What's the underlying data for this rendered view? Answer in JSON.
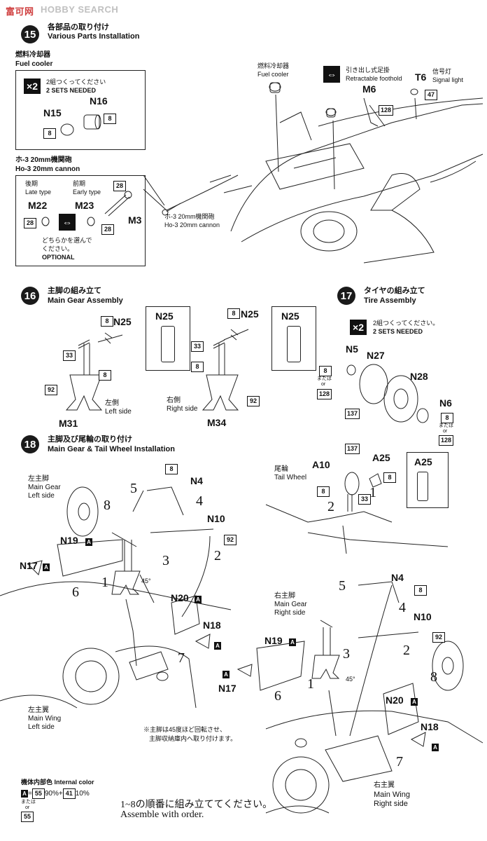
{
  "watermark": {
    "brand": "HOBBY SEARCH",
    "logo_text": "富可网"
  },
  "step15": {
    "number": "15",
    "title_jp": "各部品の取り付け",
    "title_en": "Various Parts Installation",
    "fuel_cooler_jp": "燃料冷却器",
    "fuel_cooler_en": "Fuel cooler",
    "qty": "×2",
    "sets_jp": "2組つくってください",
    "sets_en": "2 SETS NEEDED",
    "parts": {
      "n15": "N15",
      "n16": "N16",
      "m22": "M22",
      "m23": "M23",
      "m3": "M3",
      "m6": "M6",
      "t6": "T6"
    },
    "colors": {
      "c8a": "8",
      "c8b": "8",
      "c28a": "28",
      "c28b": "28",
      "c28c": "28",
      "c128": "128",
      "c47": "47"
    },
    "cannon_jp": "ホ-3 20mm機関砲",
    "cannon_en": "Ho-3 20mm cannon",
    "late_jp": "後期",
    "late_en": "Late type",
    "early_jp": "前期",
    "early_en": "Early type",
    "optional_jp1": "どちらかを選んで",
    "optional_jp2": "ください。",
    "optional_en": "OPTIONAL",
    "callout_fuel_jp": "燃料冷却器",
    "callout_fuel_en": "Fuel cooler",
    "callout_cannon_jp": "ホ-3 20mm機関砲",
    "callout_cannon_en": "Ho-3 20mm cannon",
    "foothold_jp": "引き出し式足掛",
    "foothold_en": "Retractable foothold",
    "signal_jp": "信号灯",
    "signal_en": "Signal light"
  },
  "step16": {
    "number": "16",
    "title_jp": "主脚の組み立て",
    "title_en": "Main Gear Assembly",
    "parts": {
      "n25a": "N25",
      "n25b": "N25",
      "n25c": "N25",
      "n25d": "N25",
      "m31": "M31",
      "m34": "M34"
    },
    "colors": {
      "c8a": "8",
      "c33a": "33",
      "c8b": "8",
      "c92a": "92",
      "c8c": "8",
      "c33b": "33",
      "c8d": "8",
      "c92b": "92"
    },
    "left_jp": "左側",
    "left_en": "Left side",
    "right_jp": "右側",
    "right_en": "Right side"
  },
  "step17": {
    "number": "17",
    "title_jp": "タイヤの組み立て",
    "title_en": "Tire Assembly",
    "qty": "×2",
    "sets_jp": "2組つくってください。",
    "sets_en": "2 SETS NEEDED",
    "parts": {
      "n5": "N5",
      "n27": "N27",
      "n28": "N28",
      "n6": "N6"
    },
    "colors": {
      "c8a": "8",
      "c128a": "128",
      "c137": "137",
      "c8b": "8",
      "c128b": "128"
    },
    "or_jp": "または",
    "or_en": "or"
  },
  "step18": {
    "number": "18",
    "title_jp": "主脚及び尾輪の取り付け",
    "title_en": "Main Gear & Tail Wheel Installation",
    "left_gear_jp": "左主脚",
    "left_gear_en1": "Main Gear",
    "left_gear_en2": "Left side",
    "left_wing_jp": "左主翼",
    "left_wing_en1": "Main Wing",
    "left_wing_en2": "Left side",
    "right_gear_jp": "右主脚",
    "right_gear_en1": "Main Gear",
    "right_gear_en2": "Right side",
    "right_wing_jp": "右主翼",
    "right_wing_en1": "Main Wing",
    "right_wing_en2": "Right side",
    "tail_jp": "尾輪",
    "tail_en": "Tail Wheel",
    "parts": {
      "n4a": "N4",
      "n10a": "N10",
      "n17a": "N17",
      "n19a": "N19",
      "n20a": "N20",
      "n18a": "N18",
      "a10": "A10",
      "a25a": "A25",
      "a25b": "A25",
      "n4b": "N4",
      "n10b": "N10",
      "n19b": "N19",
      "n17b": "N17",
      "n20b": "N20",
      "n18b": "N18"
    },
    "colors": {
      "c8a": "8",
      "c92a": "92",
      "c137": "137",
      "c8b": "8",
      "c8c": "8",
      "c33": "33",
      "c8d": "8",
      "c92b": "92"
    },
    "angle": "45°",
    "note_jp1": "※主脚は45度ほど回転させ、",
    "note_jp2": "主脚収納庫内へ取り付けます。",
    "order_jp": "1~8の順番に組み立ててください。",
    "order_en": "Assemble with order.",
    "steps_left": [
      "1",
      "2",
      "3",
      "4",
      "5",
      "6",
      "7",
      "8"
    ],
    "steps_right": [
      "1",
      "2",
      "3",
      "4",
      "5",
      "6",
      "7",
      "8"
    ],
    "steps_tail": [
      "1",
      "2"
    ]
  },
  "internal_color": {
    "label_jp": "機体内部色",
    "label_en": "Internal color",
    "a": "A",
    "eq": "=",
    "c55": "55",
    "p90": "90%+",
    "c41": "41",
    "p10": "10%",
    "or_jp": "または",
    "or_en": "or",
    "c55b": "55"
  }
}
